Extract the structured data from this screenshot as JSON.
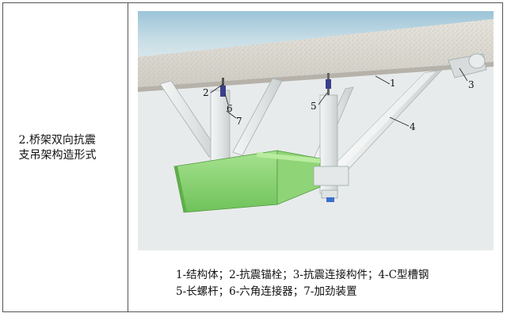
{
  "caption": {
    "line1": "2.桥架双向抗震",
    "line2": "支吊架构造形式"
  },
  "callouts": {
    "c1": "1",
    "c2": "2",
    "c3": "3",
    "c4": "4",
    "c5": "5",
    "c6": "6",
    "c7": "7"
  },
  "legend": {
    "line1": "1-结构体；2-抗震锚栓；3-抗震连接构件；4-C型槽钢",
    "line2": "5-长螺杆；6-六角连接器；7-加劲装置"
  }
}
